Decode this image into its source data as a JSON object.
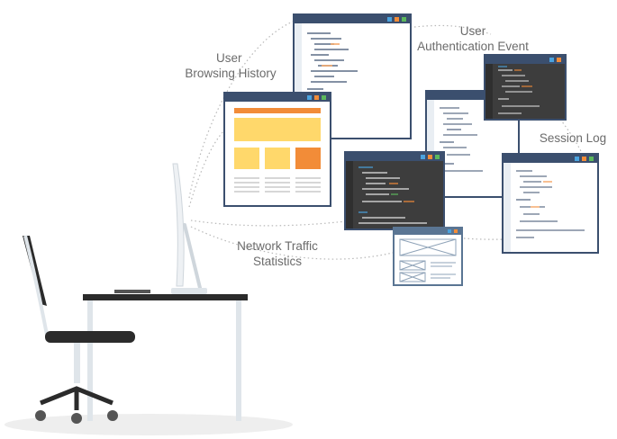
{
  "labels": {
    "browsing": [
      "User",
      "Browsing History"
    ],
    "auth": [
      "User",
      "Authentication Event"
    ],
    "session": "Session Log",
    "network": [
      "Network Traffic",
      "Statistics"
    ]
  },
  "colors": {
    "frame": "#3b4f6e",
    "dot_blue": "#4aa3df",
    "dot_orange": "#f28c38",
    "dot_green": "#5cb85c",
    "accent_orange": "#f28c38",
    "accent_yellow": "#ffd86b",
    "dark_bg": "#3d3d3d",
    "desk_top": "#2b2b2b",
    "desk_legs": "#dfe5ea",
    "chair": "#2b2b2b",
    "connector": "#b8b8b8"
  },
  "icons": [
    "desk",
    "office-chair",
    "monitor",
    "code-window",
    "web-page-window",
    "wireframe-window"
  ]
}
